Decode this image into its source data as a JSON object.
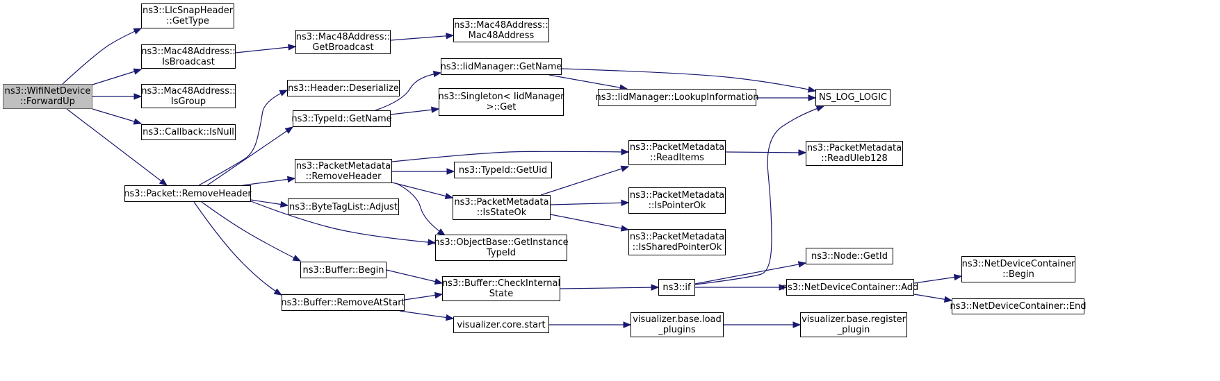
{
  "nodes": [
    {
      "id": "n0",
      "lines": [
        "ns3::WifiNetDevice",
        "::ForwardUp"
      ],
      "root": true
    },
    {
      "id": "n1",
      "lines": [
        "ns3::LlcSnapHeader",
        "::GetType"
      ]
    },
    {
      "id": "n2",
      "lines": [
        "ns3::Mac48Address::",
        "IsBroadcast"
      ]
    },
    {
      "id": "n3",
      "lines": [
        "ns3::Mac48Address::",
        "IsGroup"
      ]
    },
    {
      "id": "n4",
      "lines": [
        "ns3::Callback::IsNull"
      ]
    },
    {
      "id": "n5",
      "lines": [
        "ns3::Packet::RemoveHeader"
      ]
    },
    {
      "id": "n6",
      "lines": [
        "ns3::Mac48Address::",
        "GetBroadcast"
      ]
    },
    {
      "id": "n7",
      "lines": [
        "ns3::Mac48Address::",
        "Mac48Address"
      ]
    },
    {
      "id": "n8",
      "lines": [
        "ns3::Header::Deserialize"
      ]
    },
    {
      "id": "n9",
      "lines": [
        "ns3::TypeId::GetName"
      ]
    },
    {
      "id": "n10",
      "lines": [
        "ns3::PacketMetadata",
        "::RemoveHeader"
      ]
    },
    {
      "id": "n11",
      "lines": [
        "ns3::ByteTagList::Adjust"
      ]
    },
    {
      "id": "n12",
      "lines": [
        "ns3::Buffer::Begin"
      ]
    },
    {
      "id": "n13",
      "lines": [
        "ns3::Buffer::RemoveAtStart"
      ]
    },
    {
      "id": "n14",
      "lines": [
        "ns3::IidManager::GetName"
      ]
    },
    {
      "id": "n15",
      "lines": [
        "ns3::Singleton< IidManager",
        ">::Get"
      ]
    },
    {
      "id": "n16",
      "lines": [
        "ns3::TypeId::GetUid"
      ]
    },
    {
      "id": "n17",
      "lines": [
        "ns3::PacketMetadata",
        "::IsStateOk"
      ]
    },
    {
      "id": "n18",
      "lines": [
        "ns3::ObjectBase::GetInstance",
        "TypeId"
      ]
    },
    {
      "id": "n19",
      "lines": [
        "ns3::Buffer::CheckInternal",
        "State"
      ]
    },
    {
      "id": "n20",
      "lines": [
        "visualizer.core.start"
      ]
    },
    {
      "id": "n21",
      "lines": [
        "ns3::IidManager::LookupInformation"
      ]
    },
    {
      "id": "n22",
      "lines": [
        "ns3::PacketMetadata",
        "::ReadItems"
      ]
    },
    {
      "id": "n23",
      "lines": [
        "ns3::PacketMetadata",
        "::IsPointerOk"
      ]
    },
    {
      "id": "n24",
      "lines": [
        "ns3::PacketMetadata",
        "::IsSharedPointerOk"
      ]
    },
    {
      "id": "n25",
      "lines": [
        "ns3::if"
      ]
    },
    {
      "id": "n26",
      "lines": [
        "visualizer.base.load",
        "_plugins"
      ]
    },
    {
      "id": "n27",
      "lines": [
        "NS_LOG_LOGIC"
      ]
    },
    {
      "id": "n28",
      "lines": [
        "ns3::PacketMetadata",
        "::ReadUleb128"
      ]
    },
    {
      "id": "n29",
      "lines": [
        "ns3::Node::GetId"
      ]
    },
    {
      "id": "n30",
      "lines": [
        "ns3::NetDeviceContainer::Add"
      ]
    },
    {
      "id": "n31",
      "lines": [
        "visualizer.base.register",
        "_plugin"
      ]
    },
    {
      "id": "n32",
      "lines": [
        "ns3::NetDeviceContainer",
        "::Begin"
      ]
    },
    {
      "id": "n33",
      "lines": [
        "ns3::NetDeviceContainer::End"
      ]
    }
  ],
  "edges": [
    [
      "n0",
      "n1"
    ],
    [
      "n0",
      "n2"
    ],
    [
      "n0",
      "n3"
    ],
    [
      "n0",
      "n4"
    ],
    [
      "n0",
      "n5"
    ],
    [
      "n2",
      "n6"
    ],
    [
      "n6",
      "n7"
    ],
    [
      "n5",
      "n8"
    ],
    [
      "n5",
      "n9"
    ],
    [
      "n5",
      "n10"
    ],
    [
      "n5",
      "n11"
    ],
    [
      "n5",
      "n18"
    ],
    [
      "n5",
      "n12"
    ],
    [
      "n5",
      "n13"
    ],
    [
      "n9",
      "n14"
    ],
    [
      "n9",
      "n15"
    ],
    [
      "n14",
      "n27"
    ],
    [
      "n14",
      "n21"
    ],
    [
      "n21",
      "n27"
    ],
    [
      "n10",
      "n22"
    ],
    [
      "n10",
      "n16"
    ],
    [
      "n10",
      "n17"
    ],
    [
      "n10",
      "n18"
    ],
    [
      "n17",
      "n22"
    ],
    [
      "n17",
      "n23"
    ],
    [
      "n17",
      "n24"
    ],
    [
      "n22",
      "n28"
    ],
    [
      "n12",
      "n19"
    ],
    [
      "n13",
      "n19"
    ],
    [
      "n13",
      "n20"
    ],
    [
      "n19",
      "n25"
    ],
    [
      "n25",
      "n27"
    ],
    [
      "n25",
      "n29"
    ],
    [
      "n25",
      "n30"
    ],
    [
      "n30",
      "n32"
    ],
    [
      "n30",
      "n33"
    ],
    [
      "n20",
      "n26"
    ],
    [
      "n26",
      "n31"
    ]
  ]
}
